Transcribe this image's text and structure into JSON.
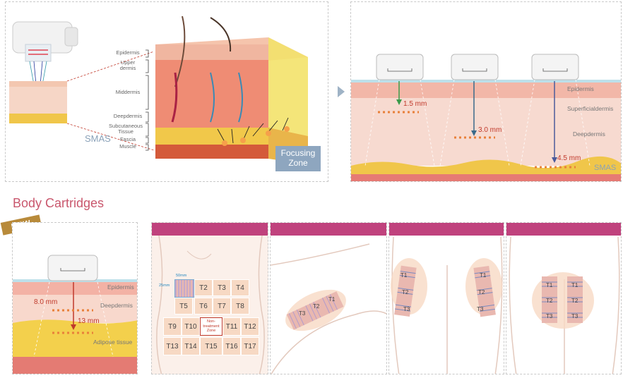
{
  "skin_diagram": {
    "layers": [
      {
        "text": "Epidermis"
      },
      {
        "text": "Upper\ndermis"
      },
      {
        "text": "Middermis"
      },
      {
        "text": "Deepdermis"
      },
      {
        "text": "Subcutaneous\nTissue"
      },
      {
        "text": "Fascia"
      },
      {
        "text": "Muscle"
      }
    ],
    "smas": "SMAS",
    "focusing_zone": "Focusing\nZone"
  },
  "depth_panel": {
    "layers": [
      "Epidermis",
      "Superficialdermis",
      "Deepdermis",
      "SMAS"
    ],
    "depths": [
      "1.5 mm",
      "3.0 mm",
      "4.5 mm"
    ]
  },
  "section_title": "Body Cartridges",
  "new_badge": "NEW",
  "body_depth": {
    "layers": [
      "Epidermis",
      "Deepdermis",
      "Adipose tissue"
    ],
    "depths": [
      "8.0 mm",
      "13 mm"
    ]
  },
  "grid": {
    "dim_w": "50mm",
    "dim_h": "25mm",
    "tiles": [
      "T2",
      "T3",
      "T4",
      "T5",
      "T6",
      "T7",
      "T8",
      "T9",
      "T10",
      "T11",
      "T12",
      "T13",
      "T14",
      "T15",
      "T16",
      "T17"
    ],
    "non_treatment": "Non-\ntreatment\nZone"
  },
  "arm_tiles": [
    "T3",
    "T2",
    "T1"
  ],
  "thigh_left": [
    "T1",
    "T2",
    "T3"
  ],
  "thigh_right": [
    "T1",
    "T2",
    "T3"
  ],
  "knees_left": [
    "T1",
    "T2",
    "T3"
  ],
  "knees_right": [
    "T1",
    "T2",
    "T3"
  ],
  "colors": {
    "accent": "#c0427d",
    "title": "#c9576d",
    "smas_box": "#8ea6bf"
  }
}
